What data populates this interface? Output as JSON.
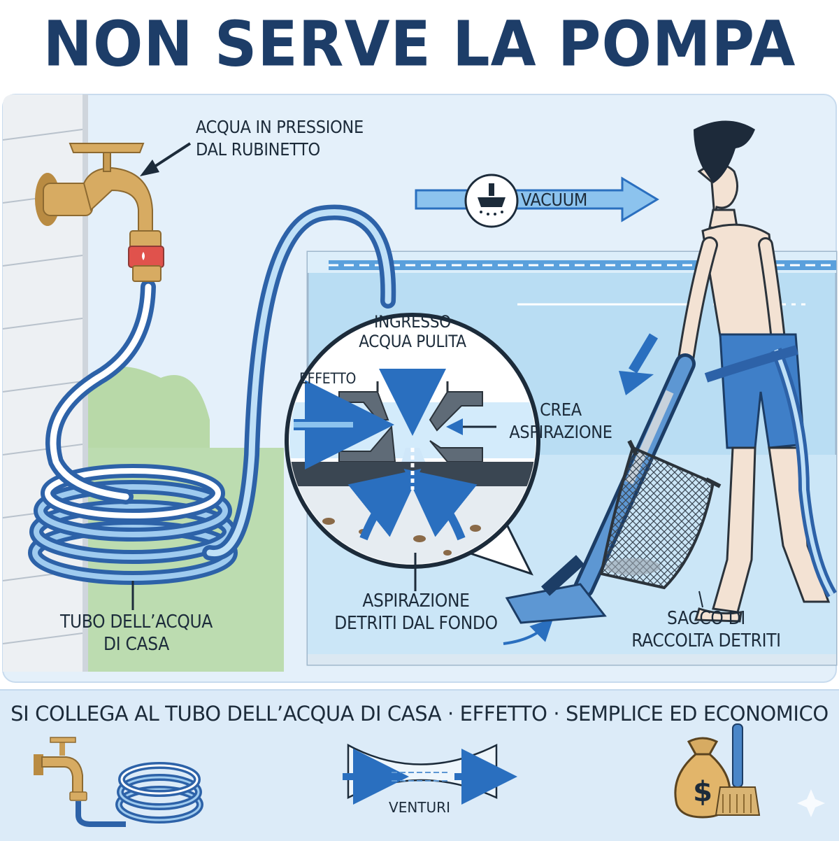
{
  "title": "NON SERVE LA POMPA",
  "labels": {
    "faucet_line1": "ACQUA IN PRESSIONE",
    "faucet_line2": "DAL RUBINETTO",
    "vacuum": "VACUUM",
    "inlet_line1": "INGRESSO",
    "inlet_line2": "ACQUA PULITA",
    "effect": "EFFETTO",
    "suction_line1": "CREA",
    "suction_line2": "ASPIRAZIONE",
    "debris_line1": "ASPIRAZIONE",
    "debris_line2": "DETRITI DAL FONDO",
    "hose_line1": "TUBO DELL’ACQUA",
    "hose_line2": "DI CASA",
    "bag_line1": "SACCO DI",
    "bag_line2": "RACCOLTA DETRITI"
  },
  "bottom": {
    "text": "SI COLLEGA AL TUBO DELL’ACQUA DI CASA · EFFETTO · SEMPLICE ED ECONOMICO",
    "venturi": "VENTURI",
    "money_symbol": "$"
  },
  "icons": [
    "faucet-icon",
    "hose-icon",
    "vacuum-head-icon",
    "venturi-icon",
    "money-bag-icon",
    "brush-icon"
  ],
  "colors": {
    "title": "#1d3d68",
    "hose": "#3f7fc8",
    "water": "#a9d3f0",
    "panel": "#e6f1fb",
    "brass": "#d7ab62"
  }
}
